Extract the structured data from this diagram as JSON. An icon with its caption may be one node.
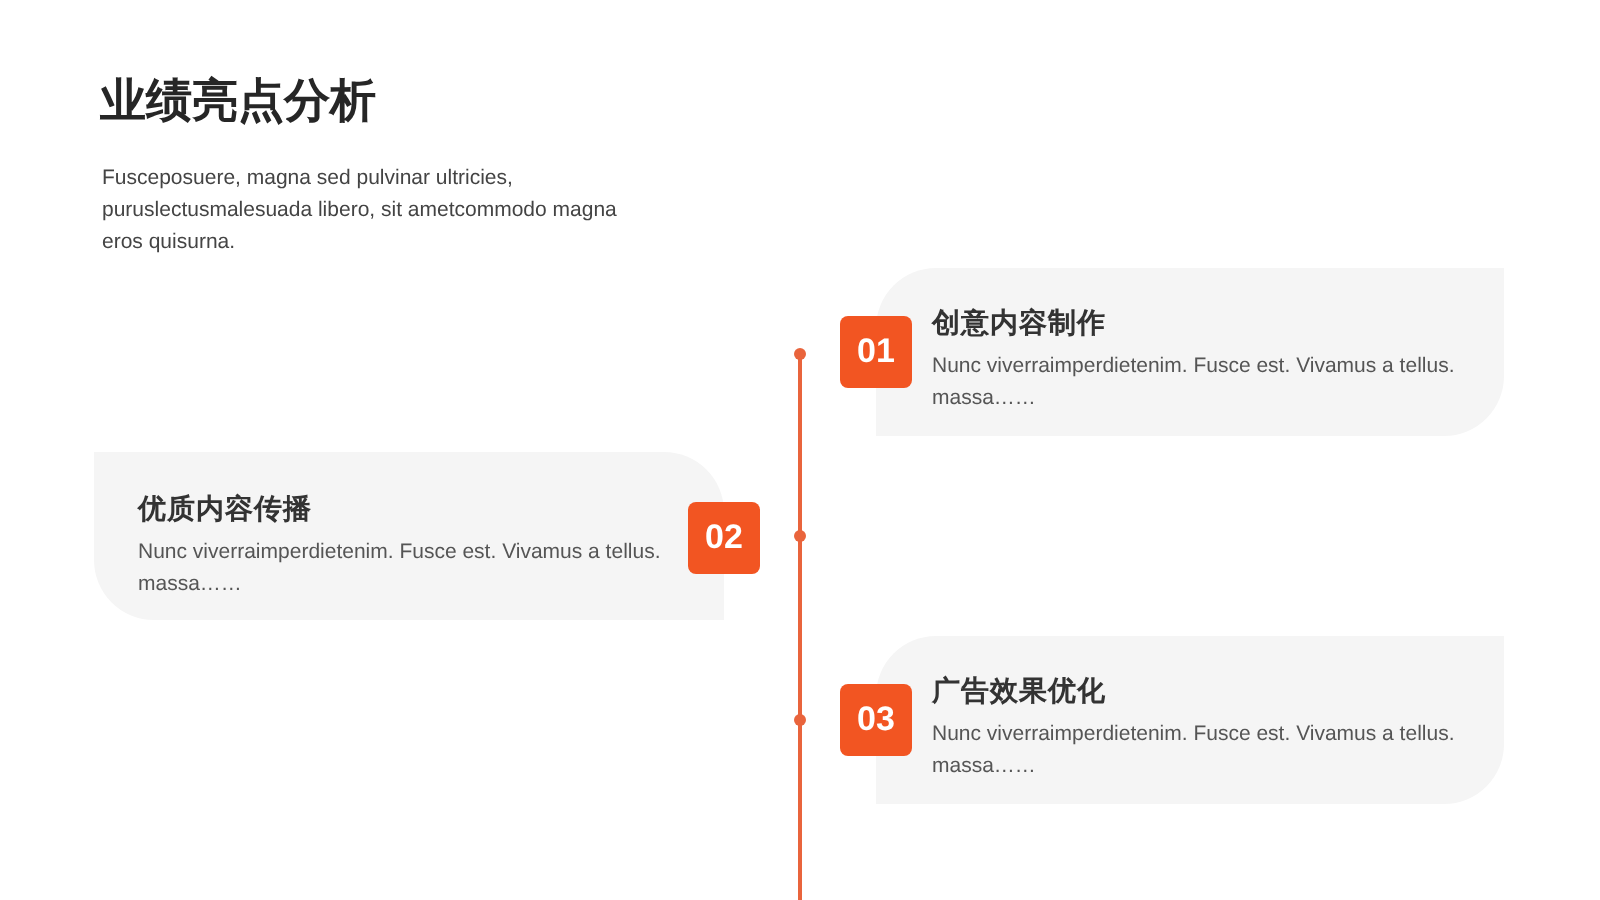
{
  "diagram": {
    "title": "业绩亮点分析",
    "nodes": [
      {
        "text": [
          "01"
        ]
      },
      {
        "text": [
          "创意内容制作",
          "Nunc viverraimperdietenim. Fusce est. Vivamus a tellus. massa……"
        ]
      },
      {
        "text": [
          "优质内容传播",
          "Nunc viverraimperdietenim. Fusce est. Vivamus a tellus. massa……"
        ]
      },
      {
        "text": [
          "02"
        ]
      },
      {
        "text": [
          "03"
        ]
      },
      {
        "text": [
          "广告效果优化",
          "Nunc viverraimperdietenim. Fusce est. Vivamus a tellus. massa……"
        ]
      }
    ],
    "labels": [
      "Fusceposuere, magna sed pulvinar ultricies, puruslectusmalesuada libero, sit ametcommodo magna eros quisurna."
    ]
  }
}
